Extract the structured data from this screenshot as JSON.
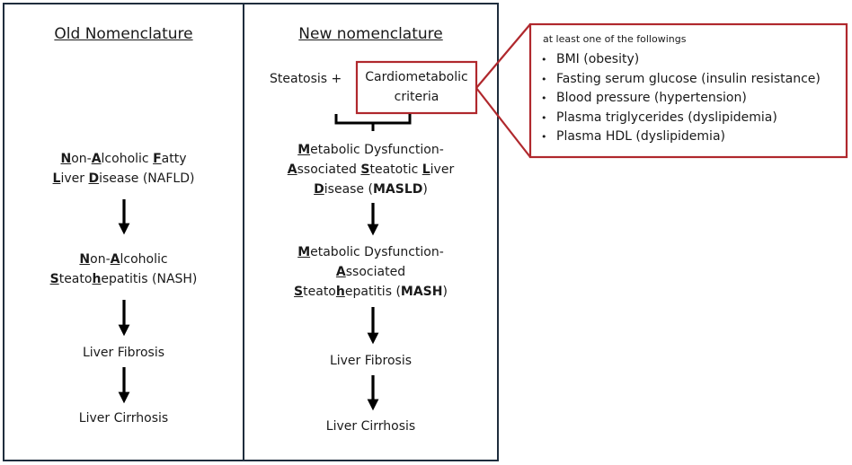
{
  "old": {
    "heading": "Old Nomenclature",
    "stage1": {
      "line1": [
        {
          "t": "N",
          "u": true
        },
        {
          "t": "on-",
          "u": false
        },
        {
          "t": "A",
          "u": true
        },
        {
          "t": "lcoholic ",
          "u": false
        },
        {
          "t": "F",
          "u": true
        },
        {
          "t": "atty",
          "u": false
        }
      ],
      "line2": [
        {
          "t": "L",
          "u": true
        },
        {
          "t": "iver ",
          "u": false
        },
        {
          "t": "D",
          "u": true
        },
        {
          "t": "isease (NAFLD)",
          "u": false
        }
      ]
    },
    "stage2": {
      "line1": [
        {
          "t": "N",
          "u": true
        },
        {
          "t": "on-",
          "u": false
        },
        {
          "t": "A",
          "u": true
        },
        {
          "t": "lcoholic",
          "u": false
        }
      ],
      "line2": [
        {
          "t": "S",
          "u": true
        },
        {
          "t": "teato",
          "u": false
        },
        {
          "t": "h",
          "u": true
        },
        {
          "t": "epatitis (NASH)",
          "u": false
        }
      ]
    },
    "stage3": "Liver Fibrosis",
    "stage4": "Liver Cirrhosis"
  },
  "new": {
    "heading": "New nomenclature",
    "steatosis": "Steatosis +",
    "criteria_line1": "Cardiometabolic",
    "criteria_line2": "criteria",
    "stage1": {
      "line1": [
        {
          "t": "M",
          "u": true
        },
        {
          "t": "etabolic Dysfunction-",
          "u": false
        }
      ],
      "line2": [
        {
          "t": "A",
          "u": true
        },
        {
          "t": "ssociated ",
          "u": false
        },
        {
          "t": "S",
          "u": true
        },
        {
          "t": "teatotic ",
          "u": false
        },
        {
          "t": "L",
          "u": true
        },
        {
          "t": "iver",
          "u": false
        }
      ],
      "line3": [
        {
          "t": "D",
          "u": true
        },
        {
          "t": "isease (",
          "u": false
        },
        {
          "t": "MASLD",
          "b": true
        },
        {
          "t": ")",
          "u": false
        }
      ]
    },
    "stage2": {
      "line1": [
        {
          "t": "M",
          "u": true
        },
        {
          "t": "etabolic Dysfunction-",
          "u": false
        }
      ],
      "line2": [
        {
          "t": "A",
          "u": true
        },
        {
          "t": "ssociated",
          "u": false
        }
      ],
      "line3": [
        {
          "t": "S",
          "u": true
        },
        {
          "t": "teato",
          "u": false
        },
        {
          "t": "h",
          "u": true
        },
        {
          "t": "epatitis (",
          "u": false
        },
        {
          "t": "MASH",
          "b": true
        },
        {
          "t": ")",
          "u": false
        }
      ]
    },
    "stage3": "Liver Fibrosis",
    "stage4": "Liver Cirrhosis"
  },
  "criteria": {
    "title": "at least one of the followings",
    "items": [
      "BMI (obesity)",
      "Fasting serum glucose (insulin resistance)",
      "Blood pressure (hypertension)",
      "Plasma triglycerides (dyslipidemia)",
      "Plasma HDL (dyslipidemia)"
    ]
  },
  "colors": {
    "panel_border": "#1f2d3d",
    "criteria_border": "#b0282d",
    "arrow": "#000000",
    "text": "#1a1a1a"
  }
}
